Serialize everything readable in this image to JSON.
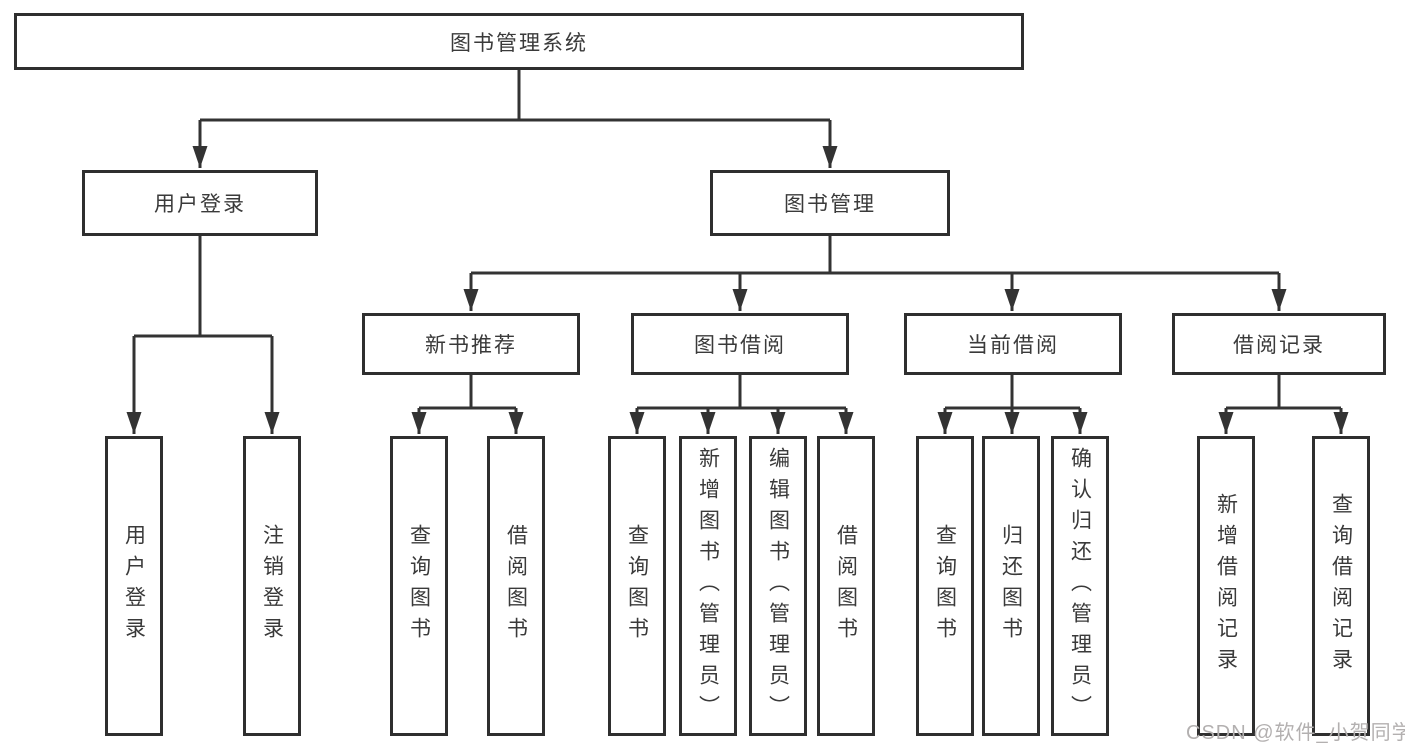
{
  "tree": {
    "root": "图书管理系统",
    "branches": [
      {
        "label": "用户登录",
        "leaves": [
          "用户登录",
          "注销登录"
        ]
      },
      {
        "label": "图书管理",
        "children": [
          {
            "label": "新书推荐",
            "leaves": [
              "查询图书",
              "借阅图书"
            ]
          },
          {
            "label": "图书借阅",
            "leaves": [
              "查询图书",
              "新增图书（管理员）",
              "编辑图书（管理员）",
              "借阅图书"
            ]
          },
          {
            "label": "当前借阅",
            "leaves": [
              "查询图书",
              "归还图书",
              "确认归还（管理员）"
            ]
          },
          {
            "label": "借阅记录",
            "leaves": [
              "新增借阅记录",
              "查询借阅记录"
            ]
          }
        ]
      }
    ]
  },
  "watermark": "CSDN @软件_小贺同学",
  "colors": {
    "line": "#333333",
    "border": "#2f2f2f",
    "text": "#3a3a3a",
    "watermark": "#b3b0b0",
    "background": "#ffffff"
  }
}
